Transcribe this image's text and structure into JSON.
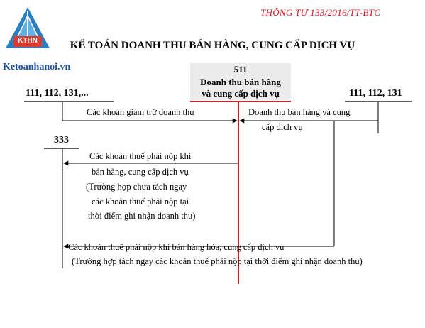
{
  "header": {
    "logo_text": "KTHN",
    "site_name": "Ketoanhanoi.vn",
    "circular": "THÔNG TƯ 133/2016/TT-BTC",
    "title": "KẾ TOÁN DOANH THU BÁN HÀNG, CUNG CẤP DỊCH VỤ"
  },
  "accounts": {
    "center_number": "511",
    "center_name_line1": "Doanh thu bán hàng",
    "center_name_line2": "và cung cấp dịch vụ",
    "left": "111, 112, 131,...",
    "right": "111, 112, 131",
    "acc_333": "333"
  },
  "entries": {
    "deductions": "Các khoản giảm trừ doanh thu",
    "revenue_line1": "Doanh thu bán hàng và cung",
    "revenue_line2": "cấp dịch vụ",
    "tax_line1": "Các khoản thuế phải nộp khi",
    "tax_line2": "bán hàng, cung cấp dịch vụ",
    "tax_line3": "(Trường hợp chưa tách ngay",
    "tax_line4": "các khoản thuế phải nộp tại",
    "tax_line5": "thời điểm ghi nhận doanh thu)",
    "tax_sep_line1": "Các khoản thuế phải nộp khi bán hàng hóa, cung cấp dịch vụ",
    "tax_sep_line2": "(Trường hợp tách ngay các khoản thuế phải nộp tại thời điểm ghi nhận doanh thu)"
  },
  "colors": {
    "t_account_center": "#c0282d",
    "circular_text": "#e0101c",
    "site_name": "#1a4fa0",
    "logo_triangle": "#2a7fc0",
    "logo_badge": "#e03a2f"
  }
}
